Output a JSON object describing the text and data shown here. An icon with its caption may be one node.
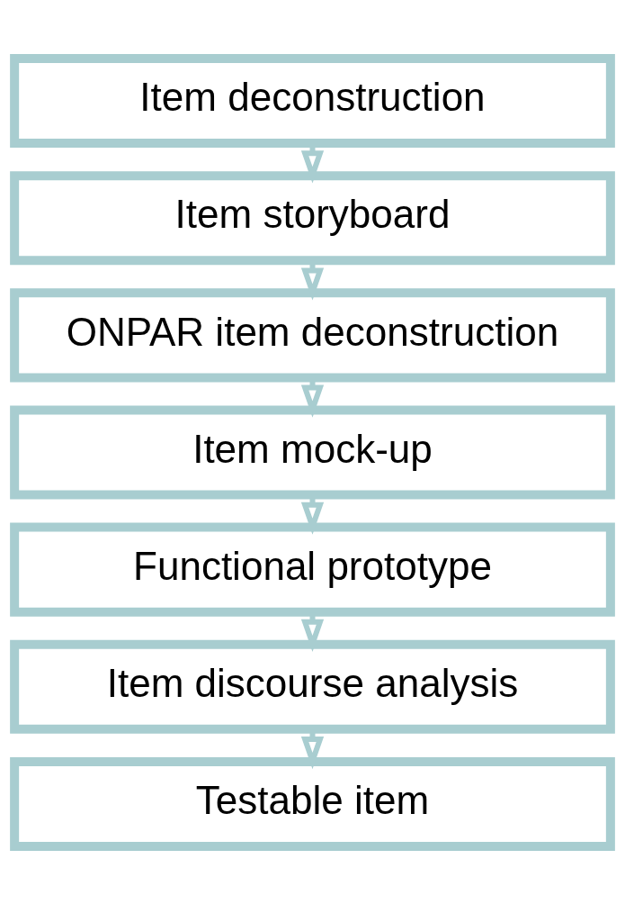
{
  "diagram": {
    "nodes": [
      {
        "text": [
          "Item deconstruction"
        ]
      },
      {
        "text": [
          "Item storyboard"
        ]
      },
      {
        "text": [
          "ONPAR item deconstruction"
        ]
      },
      {
        "text": [
          "Item mock-up"
        ]
      },
      {
        "text": [
          "Functional prototype"
        ]
      },
      {
        "text": [
          "Item discourse analysis"
        ]
      },
      {
        "text": [
          "Testable item"
        ]
      }
    ],
    "edges": [
      {
        "from": 0,
        "to": 1,
        "arrow": "to"
      },
      {
        "from": 1,
        "to": 2,
        "arrow": "to"
      },
      {
        "from": 2,
        "to": 3,
        "arrow": "to"
      },
      {
        "from": 3,
        "to": 4,
        "arrow": "to"
      },
      {
        "from": 4,
        "to": 5,
        "arrow": "to"
      },
      {
        "from": 5,
        "to": 6,
        "arrow": "to"
      }
    ]
  }
}
